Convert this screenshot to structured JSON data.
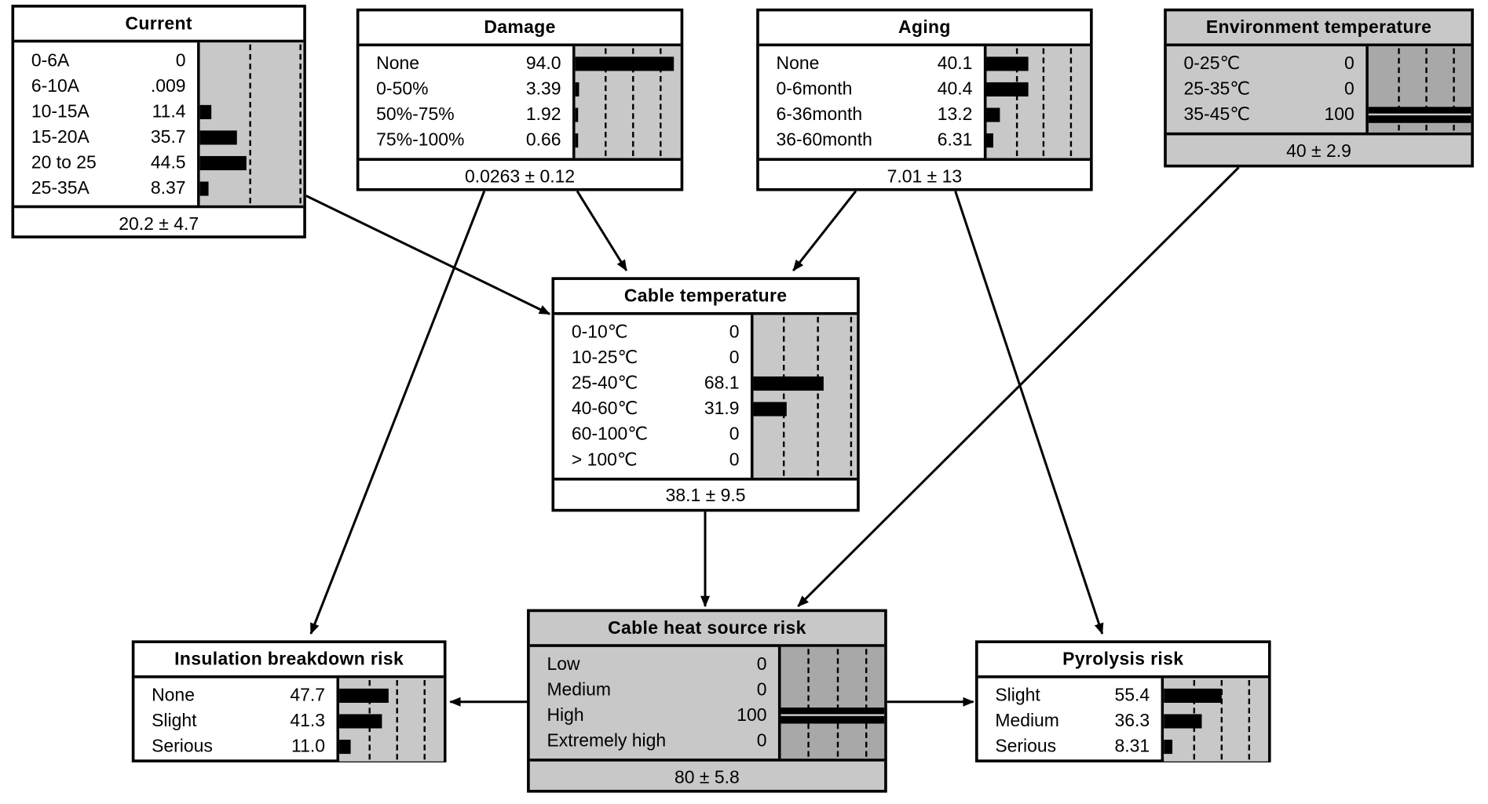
{
  "nodes": {
    "current": {
      "title": "Current",
      "states": [
        {
          "label": "0-6A",
          "value": "0",
          "p": 0
        },
        {
          "label": "6-10A",
          "value": ".009",
          "p": 0.009
        },
        {
          "label": "10-15A",
          "value": "11.4",
          "p": 11.4
        },
        {
          "label": "15-20A",
          "value": "35.7",
          "p": 35.7
        },
        {
          "label": "20 to 25",
          "value": "44.5",
          "p": 44.5
        },
        {
          "label": "25-35A",
          "value": "8.37",
          "p": 8.37
        }
      ],
      "summary": "20.2 ± 4.7"
    },
    "damage": {
      "title": "Damage",
      "states": [
        {
          "label": "None",
          "value": "94.0",
          "p": 94.0
        },
        {
          "label": "0-50%",
          "value": "3.39",
          "p": 3.39
        },
        {
          "label": "50%-75%",
          "value": "1.92",
          "p": 1.92
        },
        {
          "label": "75%-100%",
          "value": "0.66",
          "p": 0.66
        }
      ],
      "summary": "0.0263 ± 0.12"
    },
    "aging": {
      "title": "Aging",
      "states": [
        {
          "label": "None",
          "value": "40.1",
          "p": 40.1
        },
        {
          "label": "0-6month",
          "value": "40.4",
          "p": 40.4
        },
        {
          "label": "6-36month",
          "value": "13.2",
          "p": 13.2
        },
        {
          "label": "36-60month",
          "value": "6.31",
          "p": 6.31
        }
      ],
      "summary": "7.01 ± 13"
    },
    "env_temp": {
      "title": "Environment temperature",
      "states": [
        {
          "label": "0-25℃",
          "value": "0",
          "p": 0
        },
        {
          "label": "25-35℃",
          "value": "0",
          "p": 0
        },
        {
          "label": "35-45℃",
          "value": "100",
          "p": 100
        }
      ],
      "summary": "40 ± 2.9"
    },
    "cable_temp": {
      "title": "Cable temperature",
      "states": [
        {
          "label": "0-10℃",
          "value": "0",
          "p": 0
        },
        {
          "label": "10-25℃",
          "value": "0",
          "p": 0
        },
        {
          "label": "25-40℃",
          "value": "68.1",
          "p": 68.1
        },
        {
          "label": "40-60℃",
          "value": "31.9",
          "p": 31.9
        },
        {
          "label": "60-100℃",
          "value": "0",
          "p": 0
        },
        {
          "label": "> 100℃",
          "value": "0",
          "p": 0
        }
      ],
      "summary": "38.1 ± 9.5"
    },
    "heat_risk": {
      "title": "Cable heat source risk",
      "states": [
        {
          "label": "Low",
          "value": "0",
          "p": 0
        },
        {
          "label": "Medium",
          "value": "0",
          "p": 0
        },
        {
          "label": "High",
          "value": "100",
          "p": 100
        },
        {
          "label": "Extremely high",
          "value": "0",
          "p": 0
        }
      ],
      "summary": "80 ± 5.8"
    },
    "insulation": {
      "title": "Insulation breakdown risk",
      "states": [
        {
          "label": "None",
          "value": "47.7",
          "p": 47.7
        },
        {
          "label": "Slight",
          "value": "41.3",
          "p": 41.3
        },
        {
          "label": "Serious",
          "value": "11.0",
          "p": 11.0
        }
      ]
    },
    "pyrolysis": {
      "title": "Pyrolysis risk",
      "states": [
        {
          "label": "Slight",
          "value": "55.4",
          "p": 55.4
        },
        {
          "label": "Medium",
          "value": "36.3",
          "p": 36.3
        },
        {
          "label": "Serious",
          "value": "8.31",
          "p": 8.31
        }
      ]
    }
  },
  "edges": [
    {
      "from": "current",
      "to": "cable_temp"
    },
    {
      "from": "damage",
      "to": "cable_temp"
    },
    {
      "from": "aging",
      "to": "cable_temp"
    },
    {
      "from": "damage",
      "to": "insulation"
    },
    {
      "from": "aging",
      "to": "pyrolysis"
    },
    {
      "from": "env_temp",
      "to": "heat_risk"
    },
    {
      "from": "cable_temp",
      "to": "heat_risk"
    },
    {
      "from": "heat_risk",
      "to": "insulation"
    },
    {
      "from": "heat_risk",
      "to": "pyrolysis"
    }
  ]
}
